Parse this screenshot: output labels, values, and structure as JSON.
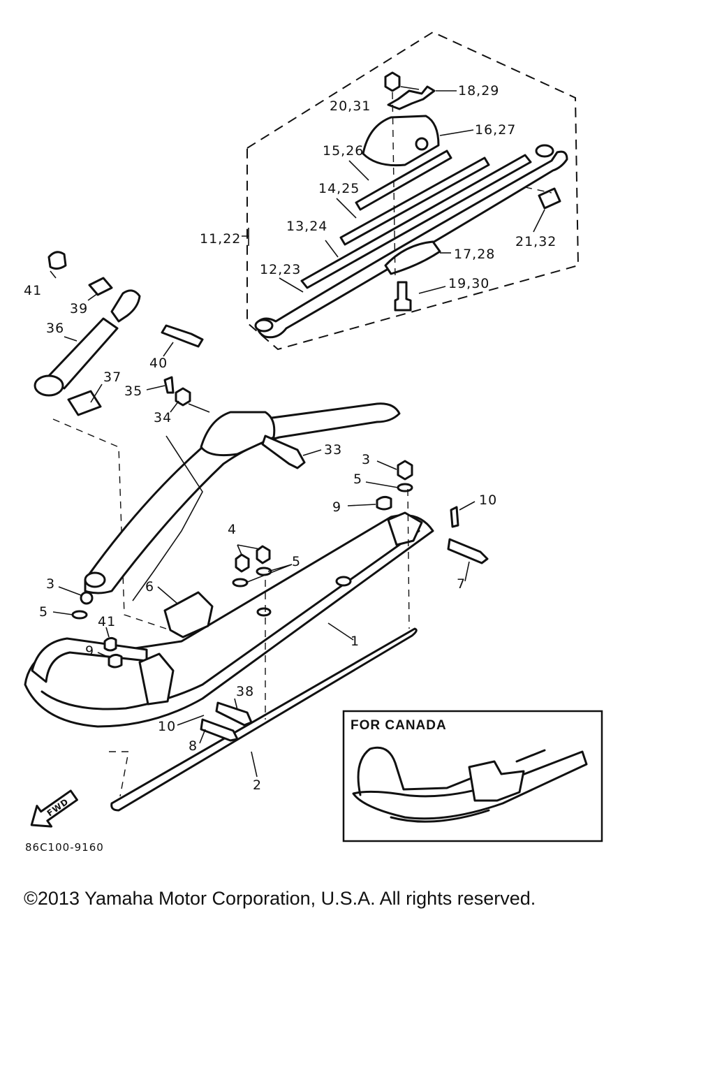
{
  "callouts": {
    "c_20_31": "20,31",
    "c_18_29": "18,29",
    "c_16_27": "16,27",
    "c_15_26": "15,26",
    "c_14_25": "14,25",
    "c_13_24": "13,24",
    "c_11_22": "11,22",
    "c_12_23": "12,23",
    "c_17_28": "17,28",
    "c_21_32": "21,32",
    "c_19_30": "19,30",
    "c_41_top": "41",
    "c_39": "39",
    "c_36": "36",
    "c_40": "40",
    "c_37": "37",
    "c_35": "35",
    "c_34": "34",
    "c_33": "33",
    "c_3_right": "3",
    "c_5_right": "5",
    "c_9_right": "9",
    "c_10_right": "10",
    "c_7": "7",
    "c_4": "4",
    "c_5_mid": "5",
    "c_6": "6",
    "c_1": "1",
    "c_3_left": "3",
    "c_5_left": "5",
    "c_41_left": "41",
    "c_9_left": "9",
    "c_38": "38",
    "c_10_left": "10",
    "c_8": "8",
    "c_2": "2"
  },
  "inset": {
    "title": "FOR CANADA"
  },
  "fwd_label": "FWD",
  "diagram_code": "86C100-9160",
  "copyright": "©2013 Yamaha Motor Corporation, U.S.A. All rights reserved.",
  "icons": {
    "fwd_arrow": "fwd-arrow-icon"
  }
}
